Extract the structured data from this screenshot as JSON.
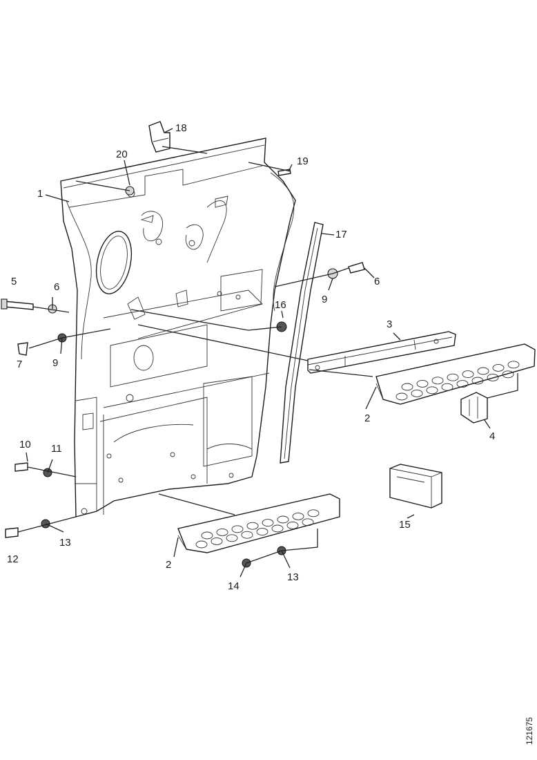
{
  "callouts": {
    "c1": "1",
    "c2a": "2",
    "c2b": "2",
    "c3": "3",
    "c4": "4",
    "c5": "5",
    "c6a": "6",
    "c6b": "6",
    "c7": "7",
    "c9a": "9",
    "c9b": "9",
    "c10": "10",
    "c11": "11",
    "c12": "12",
    "c13a": "13",
    "c13b": "13",
    "c14": "14",
    "c15": "15",
    "c16": "16",
    "c17": "17",
    "c18": "18",
    "c19": "19",
    "c20": "20"
  },
  "figure_ref": "121675"
}
